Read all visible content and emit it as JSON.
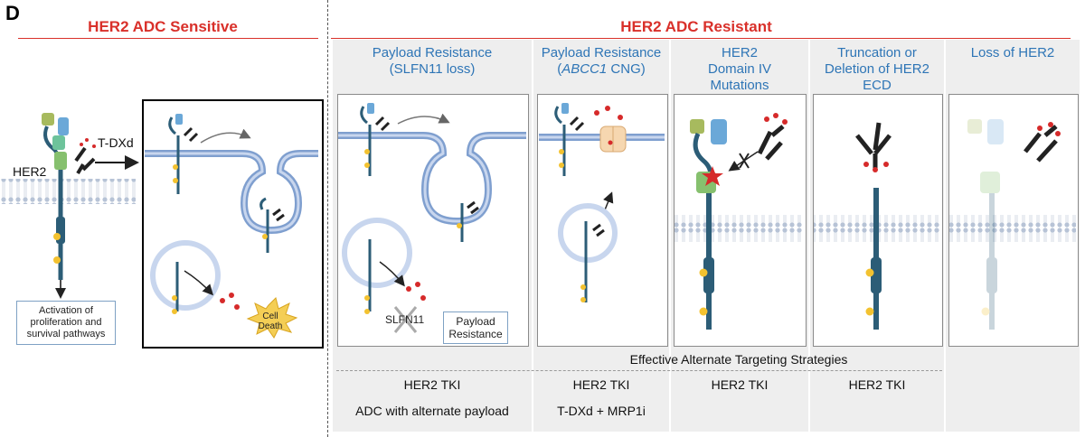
{
  "panel_letter": "D",
  "sensitive": {
    "title": "HER2 ADC Sensitive",
    "her2_label": "HER2",
    "drug_label": "T-DXd",
    "activation_text": "Activation of proliferation and survival pathways",
    "cell_death_label": "Cell Death"
  },
  "resistant": {
    "title": "HER2 ADC Resistant",
    "columns": [
      {
        "title_line1": "Payload Resistance",
        "title_line2": "(SLFN11 loss)"
      },
      {
        "title_line1": "Payload Resistance",
        "title_italic": "ABCC1",
        "title_line2_rest": " CNG"
      },
      {
        "title_line1": "HER2",
        "title_line2": "Domain IV",
        "title_line3": "Mutations"
      },
      {
        "title_line1": "Truncation or",
        "title_line2": "Deletion of HER2",
        "title_line3": "ECD"
      },
      {
        "title_line1": "Loss of HER2"
      }
    ],
    "slfn11_label": "SLFN11",
    "payload_resistance_box": "Payload Resistance",
    "strategies_header": "Effective Alternate Targeting Strategies",
    "strategies": {
      "col1": [
        "HER2 TKI",
        "ADC with alternate payload"
      ],
      "col2": [
        "HER2 TKI",
        "T-DXd + MRP1i"
      ],
      "col3": [
        "HER2 TKI"
      ],
      "col4": [
        "HER2 TKI"
      ]
    }
  },
  "colors": {
    "title_red": "#d9302a",
    "column_title_blue": "#2e75b6",
    "membrane_blue": "#7f9fcf",
    "receptor_dark": "#2c5d77",
    "payload_red": "#d62a2a"
  }
}
